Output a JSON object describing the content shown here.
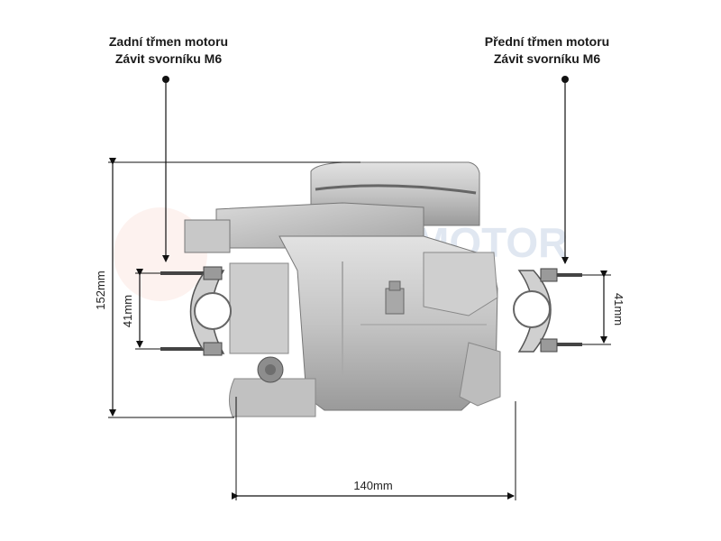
{
  "callouts": {
    "rear": {
      "line1": "Zadní třmen motoru",
      "line2": "Závit svorníku M6"
    },
    "front": {
      "line1": "Přední třmen motoru",
      "line2": "Závit svorníku M6"
    }
  },
  "dimensions": {
    "height": "152mm",
    "width": "140mm",
    "rear_clamp_spacing": "41mm",
    "front_clamp_spacing": "41mm"
  },
  "colors": {
    "metal_light": "#d7d7d7",
    "metal_mid": "#b9b9b9",
    "metal_dark": "#8e8e8e",
    "line": "#111111"
  }
}
